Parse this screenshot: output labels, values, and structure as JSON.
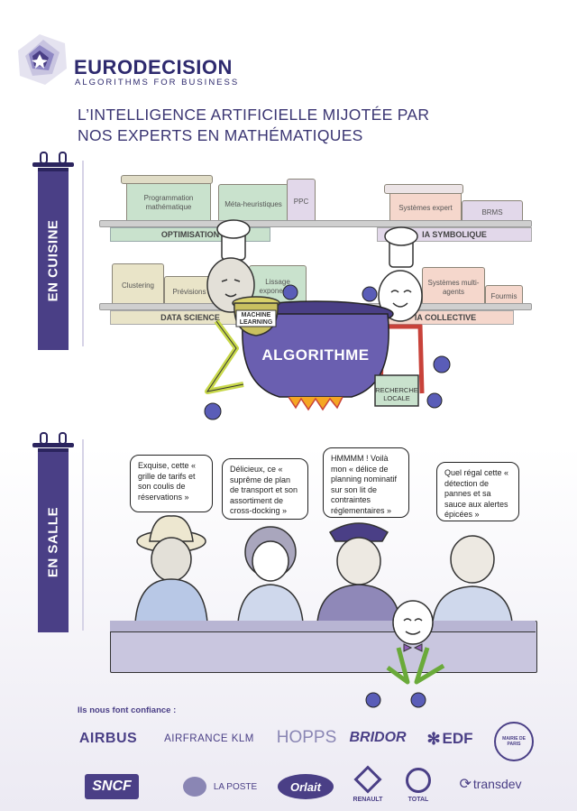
{
  "brand": {
    "name": "EURODECISION",
    "tagline": "ALGORITHMS FOR BUSINESS",
    "logo_icon": "star-polygon-logo-icon"
  },
  "headline": {
    "line1": "L’INTELLIGENCE ARTIFICIELLE MIJOTÉE PAR",
    "line2": "NOS EXPERTS EN MATHÉMATIQUES"
  },
  "banners": {
    "kitchen": "EN CUISINE",
    "hall": "EN SALLE"
  },
  "kitchen": {
    "top_shelf_left": {
      "plate": "OPTIMISATION",
      "jars": [
        "Programmation mathématique",
        "Méta-heuristiques",
        "PPC"
      ]
    },
    "top_shelf_right": {
      "plate": "IA SYMBOLIQUE",
      "jars": [
        "Systèmes expert",
        "BRMS"
      ]
    },
    "bottom_shelf_left": {
      "plate": "DATA SCIENCE",
      "jars": [
        "Clustering",
        "Prévisions",
        "Lissage exponentiel"
      ]
    },
    "bottom_shelf_right": {
      "plate": "IA COLLECTIVE",
      "jars": [
        "Systèmes multi-agents",
        "Fourmis"
      ]
    },
    "pot_label": "ALGORITHME",
    "ml_pot_label": "MACHINE LEARNING",
    "local_search_label": "RECHERCHE LOCALE"
  },
  "hall": {
    "bubbles": [
      "Exquise, cette « grille de tarifs et son coulis de réservations »",
      "Délicieux, ce « suprême de plan de transport et son assortiment de cross-docking »",
      "HMMMM ! Voilà mon « délice de planning nominatif sur son lit de contraintes réglementaires »",
      "Quel régal cette « détection de pannes et sa sauce aux alertes épicées »"
    ]
  },
  "trust": {
    "title": "Ils nous font confiance :",
    "logos_row1": [
      "AIRBUS",
      "AIRFRANCE KLM",
      "HOPPS",
      "BRIDOR",
      "EDF",
      "MAIRIE DE PARIS"
    ],
    "logos_row2": [
      "SNCF",
      "LA POSTE",
      "Orlait",
      "RENAULT",
      "TOTAL",
      "transdev"
    ]
  },
  "colors": {
    "brand_purple": "#4a3f86",
    "dark_purple": "#2b245e",
    "pot": "#6a5fb0",
    "lime": "#c8d84a",
    "red": "#c8423a"
  }
}
